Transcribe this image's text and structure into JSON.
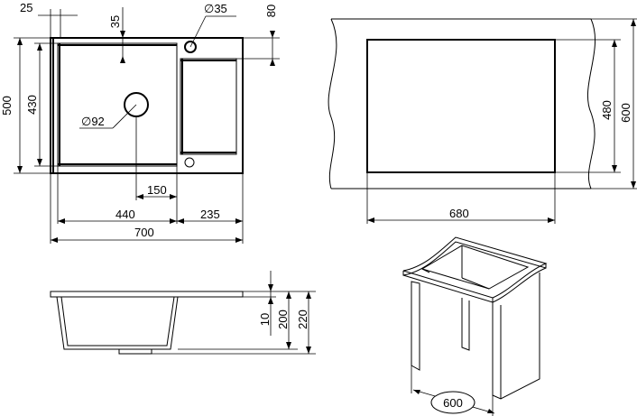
{
  "top_view": {
    "dim_25": "25",
    "dim_35_top": "35",
    "dim_diameter_35": "∅35",
    "dim_80": "80",
    "dim_500": "500",
    "dim_430": "430",
    "dim_diameter_92": "∅92",
    "dim_150": "150",
    "dim_440": "440",
    "dim_235": "235",
    "dim_700": "700"
  },
  "cutout_view": {
    "dim_480": "480",
    "dim_600": "600",
    "dim_680": "680"
  },
  "side_view": {
    "dim_10": "10",
    "dim_200": "200",
    "dim_220": "220"
  },
  "cabinet_view": {
    "dim_600": "600"
  }
}
